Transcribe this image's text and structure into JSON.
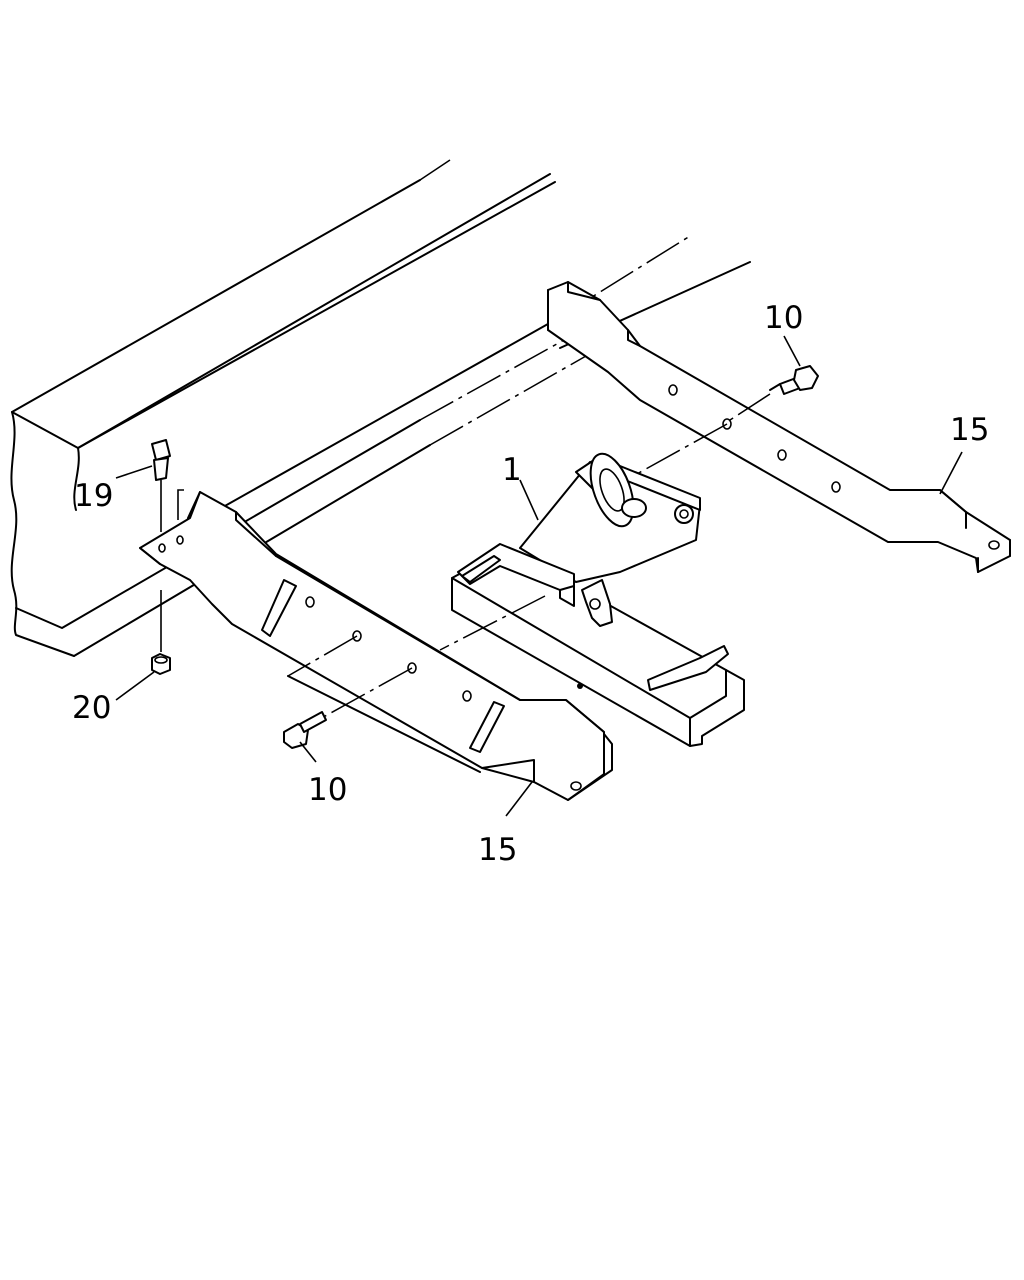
{
  "callouts": {
    "c1": "1",
    "c10_top": "10",
    "c10_bottom": "10",
    "c15_right": "15",
    "c15_bottom": "15",
    "c19": "19",
    "c20": "20"
  },
  "icons": [
    "frame-rail",
    "crossmember",
    "bracket",
    "bolt",
    "nut"
  ]
}
